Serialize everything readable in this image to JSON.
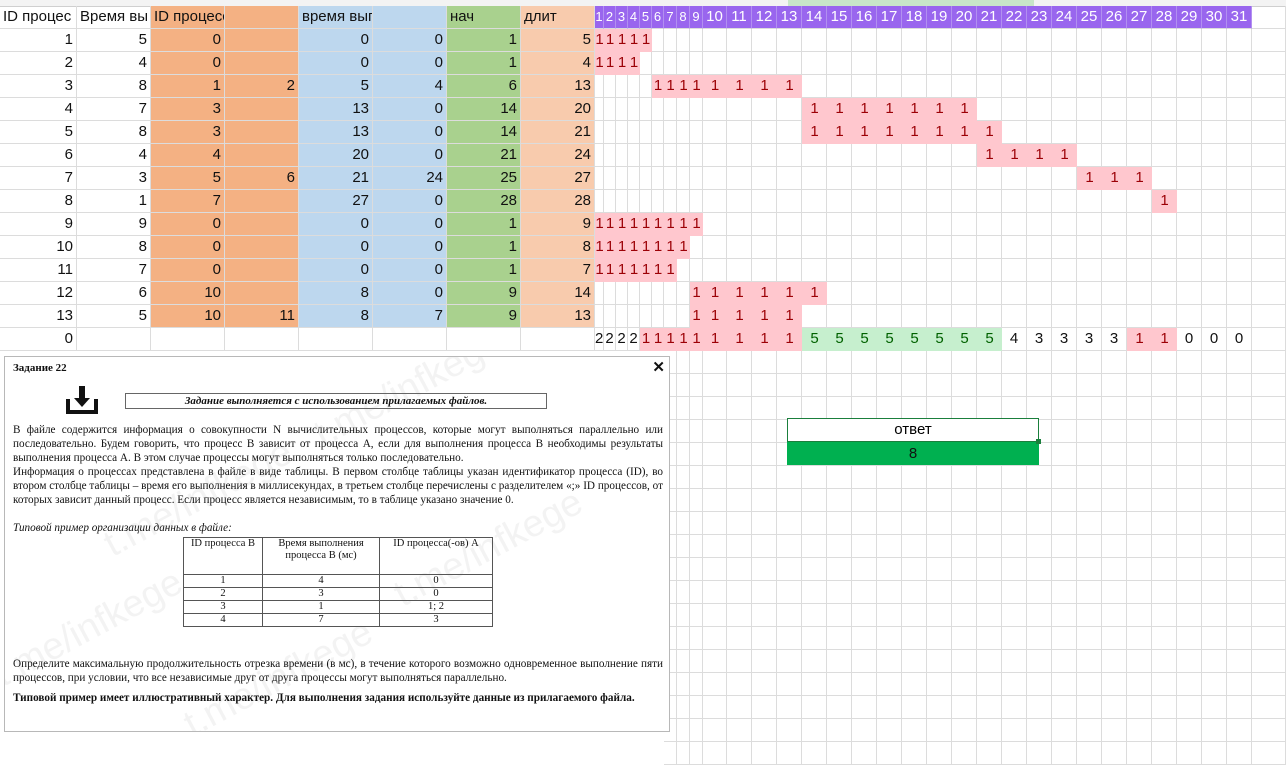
{
  "headers": {
    "id": "ID процес",
    "time": "Время вы",
    "deps": "ID процессов А",
    "exec": "время вып",
    "start": "нач",
    "end": "длит"
  },
  "timeline_numbers": [
    "1",
    "2",
    "3",
    "4",
    "5",
    "6",
    "7",
    "8",
    "9",
    "10",
    "11",
    "12",
    "13",
    "14",
    "15",
    "16",
    "17",
    "18",
    "19",
    "20",
    "21",
    "22",
    "23",
    "24",
    "25",
    "26",
    "27",
    "28",
    "29",
    "30",
    "31"
  ],
  "rows": [
    {
      "id": "1",
      "time": "5",
      "dep1": "0",
      "dep2": "",
      "exec1": "0",
      "exec2": "0",
      "start": "1",
      "end": "5"
    },
    {
      "id": "2",
      "time": "4",
      "dep1": "0",
      "dep2": "",
      "exec1": "0",
      "exec2": "0",
      "start": "1",
      "end": "4"
    },
    {
      "id": "3",
      "time": "8",
      "dep1": "1",
      "dep2": "2",
      "exec1": "5",
      "exec2": "4",
      "start": "6",
      "end": "13"
    },
    {
      "id": "4",
      "time": "7",
      "dep1": "3",
      "dep2": "",
      "exec1": "13",
      "exec2": "0",
      "start": "14",
      "end": "20"
    },
    {
      "id": "5",
      "time": "8",
      "dep1": "3",
      "dep2": "",
      "exec1": "13",
      "exec2": "0",
      "start": "14",
      "end": "21"
    },
    {
      "id": "6",
      "time": "4",
      "dep1": "4",
      "dep2": "",
      "exec1": "20",
      "exec2": "0",
      "start": "21",
      "end": "24"
    },
    {
      "id": "7",
      "time": "3",
      "dep1": "5",
      "dep2": "6",
      "exec1": "21",
      "exec2": "24",
      "start": "25",
      "end": "27"
    },
    {
      "id": "8",
      "time": "1",
      "dep1": "7",
      "dep2": "",
      "exec1": "27",
      "exec2": "0",
      "start": "28",
      "end": "28"
    },
    {
      "id": "9",
      "time": "9",
      "dep1": "0",
      "dep2": "",
      "exec1": "0",
      "exec2": "0",
      "start": "1",
      "end": "9"
    },
    {
      "id": "10",
      "time": "8",
      "dep1": "0",
      "dep2": "",
      "exec1": "0",
      "exec2": "0",
      "start": "1",
      "end": "8"
    },
    {
      "id": "11",
      "time": "7",
      "dep1": "0",
      "dep2": "",
      "exec1": "0",
      "exec2": "0",
      "start": "1",
      "end": "7"
    },
    {
      "id": "12",
      "time": "6",
      "dep1": "10",
      "dep2": "",
      "exec1": "8",
      "exec2": "0",
      "start": "9",
      "end": "14"
    },
    {
      "id": "13",
      "time": "5",
      "dep1": "10",
      "dep2": "11",
      "exec1": "8",
      "exec2": "7",
      "start": "9",
      "end": "13"
    }
  ],
  "sum_row_first": "0",
  "sum_values": [
    "2",
    "2",
    "2",
    "2",
    "1",
    "1",
    "1",
    "1",
    "1",
    "1",
    "1",
    "1",
    "1",
    "5",
    "5",
    "5",
    "5",
    "5",
    "5",
    "5",
    "5",
    "4",
    "3",
    "3",
    "3",
    "3",
    "1",
    "1",
    "0",
    "0",
    "0"
  ],
  "answer": {
    "label": "ответ",
    "value": "8"
  },
  "task": {
    "title": "Задание 22",
    "banner": "Задание выполняется с использованием прилагаемых файлов.",
    "p1": "В файле содержится информация о совокупности N вычислительных процессов, которые могут выполняться параллельно или последовательно. Будем говорить, что процесс B зависит от процесса A, если для выполнения процесса B необходимы результаты выполнения процесса A. В этом случае процессы могут выполняться только последовательно.",
    "p2": "Информация о процессах представлена в файле в виде таблицы. В первом столбце таблицы указан идентификатор процесса (ID), во втором столбце таблицы – время его выполнения в миллисекундах, в третьем столбце перечислены с разделителем «;» ID процессов, от которых зависит данный процесс. Если процесс является независимым, то в таблице указано значение 0.",
    "p3": "Типовой пример организации данных в файле:",
    "table_headers": [
      "ID процесса B",
      "Время выполнения процесса B (мс)",
      "ID процесса(-ов) A"
    ],
    "table_rows": [
      [
        "1",
        "4",
        "0"
      ],
      [
        "2",
        "3",
        "0"
      ],
      [
        "3",
        "1",
        "1; 2"
      ],
      [
        "4",
        "7",
        "3"
      ]
    ],
    "p4": "Определите максимальную продолжительность отрезка времени (в мс), в течение которого возможно одновременное выполнение пяти процессов, при условии, что все независимые друг от друга процессы могут выполняться параллельно.",
    "p5": "Типовой пример имеет иллюстративный характер. Для выполнения задания используйте данные из прилагаемого файла.",
    "watermark": "t.me/infkege"
  },
  "colors": {
    "orange": "#f4b183",
    "blue": "#bdd7ee",
    "green": "#a9d18e",
    "peach": "#f8cbad",
    "pink": "#ffc7ce",
    "header": "#9966ee",
    "answer": "#00b050"
  }
}
